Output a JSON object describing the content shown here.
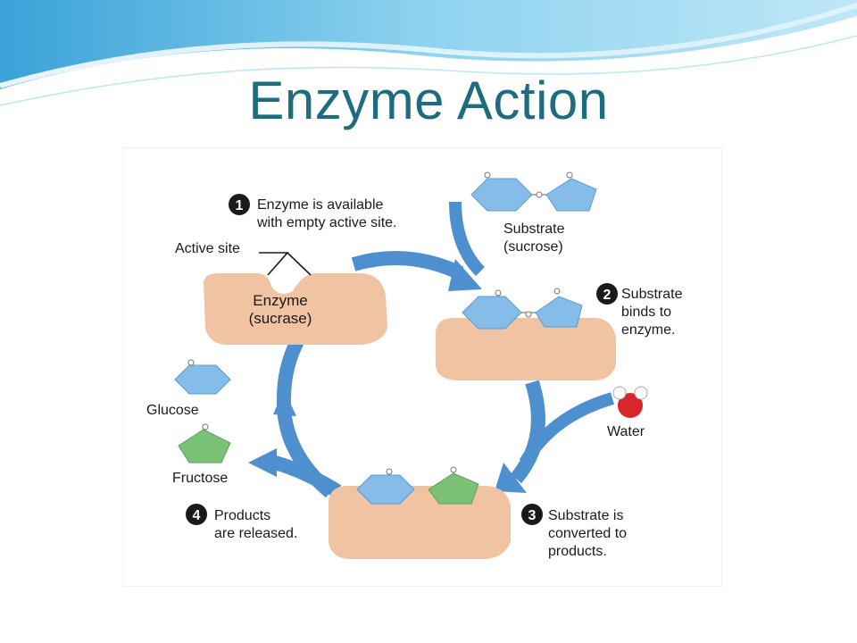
{
  "slide": {
    "title": "Enzyme Action"
  },
  "diagram": {
    "steps": [
      {
        "number": "1",
        "lines": [
          "Enzyme is available",
          "with empty active site."
        ]
      },
      {
        "number": "2",
        "lines": [
          "Substrate",
          "binds to",
          "enzyme."
        ]
      },
      {
        "number": "3",
        "lines": [
          "Substrate is",
          "converted to",
          "products."
        ]
      },
      {
        "number": "4",
        "lines": [
          "Products",
          "are released."
        ]
      }
    ],
    "labels": {
      "active_site": "Active site",
      "enzyme_line1": "Enzyme",
      "enzyme_line2": "(sucrase)",
      "substrate_line1": "Substrate",
      "substrate_line2": "(sucrose)",
      "water": "Water",
      "glucose": "Glucose",
      "fructose": "Fructose"
    },
    "colors": {
      "title": "#1f6c7f",
      "cycle_arrow": "#4e8fd0",
      "enzyme": "#f0c3a2",
      "glucose": "#86bde8",
      "fructose": "#7cc276",
      "water_oxygen": "#d8262a",
      "badge": "#1a1a1a"
    }
  }
}
